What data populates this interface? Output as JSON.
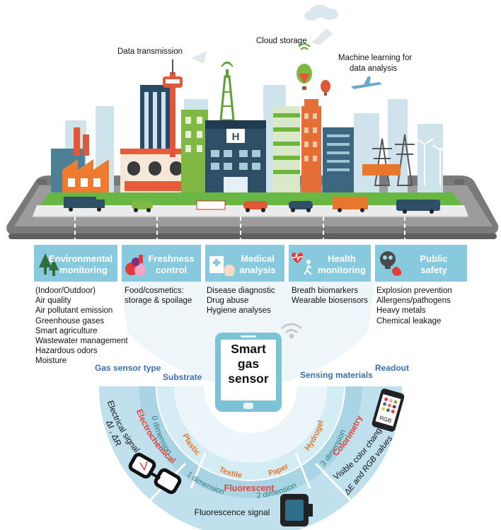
{
  "top_labels": {
    "data_transmission": "Data transmission",
    "cloud_storage": "Cloud storage",
    "machine_learning_line1": "Machine learning for",
    "machine_learning_line2": "data analysis"
  },
  "building_sign": "H",
  "categories": [
    {
      "title_line1": "Environmental",
      "title_line2": "monitoring",
      "icon": "tree-icon",
      "items": [
        "(Indoor/Outdoor)",
        "Air quality",
        "Air pollutant emission",
        "Greenhouse gases",
        "Smart agriculture",
        "Wastewater management",
        "Hazardous odors",
        "Moisture"
      ]
    },
    {
      "title_line1": "Freshness",
      "title_line2": "control",
      "icon": "fruit-icon",
      "items": [
        "Food/cosmetics:",
        "storage & spoilage"
      ]
    },
    {
      "title_line1": "Medical",
      "title_line2": "analysis",
      "icon": "hospital-icon",
      "items": [
        "Disease diagnostic",
        "Drug abuse",
        "Hygiene analyses"
      ]
    },
    {
      "title_line1": "Health",
      "title_line2": "monitoring",
      "icon": "heart-runner-icon",
      "items": [
        "Breath biomarkers",
        "Wearable biosensors"
      ]
    },
    {
      "title_line1": "Public",
      "title_line2": "safety",
      "icon": "gas-mask-icon",
      "items": [
        "Explosion prevention",
        "Allergens/pathogens",
        "Heavy metals",
        "Chemical leakage"
      ]
    }
  ],
  "device": {
    "line1": "Smart",
    "line2": "gas",
    "line3": "sensor"
  },
  "section_headers": {
    "gas_sensor_type": "Gas sensor type",
    "substrate": "Substrate",
    "sensing_materials": "Sensing materials",
    "readout": "Readout"
  },
  "arc_labels": {
    "substrate": [
      "Plastic",
      "Textile",
      "Paper",
      "Hydrogel"
    ],
    "sensing_materials": [
      "0 dimension",
      "1 dimension",
      "2 dimension",
      "3 dimension"
    ],
    "sensor_types": [
      "Electrochemical",
      "Fluorescent",
      "Colorimetry"
    ],
    "readouts": {
      "electrical_line1": "Electrical signal",
      "electrical_line2": "ΔI , ΔR",
      "fluorescence": "Fluorescence signal",
      "color_line1": "Visible color change",
      "color_line2": "ΔE  and  RGB values"
    }
  },
  "phone_screen_label": "RGB",
  "colors": {
    "category_box": "#87c9dd",
    "blue_header": "#3a6fb5",
    "orange_label": "#e8772e",
    "teal_label": "#2f7f7f",
    "red_label": "#e0453a",
    "arc_light": "#d9edf5",
    "arc_mid": "#c4e3ef",
    "arc_outer": "#a9d4e4",
    "device_screen": "#7cc3d8"
  }
}
